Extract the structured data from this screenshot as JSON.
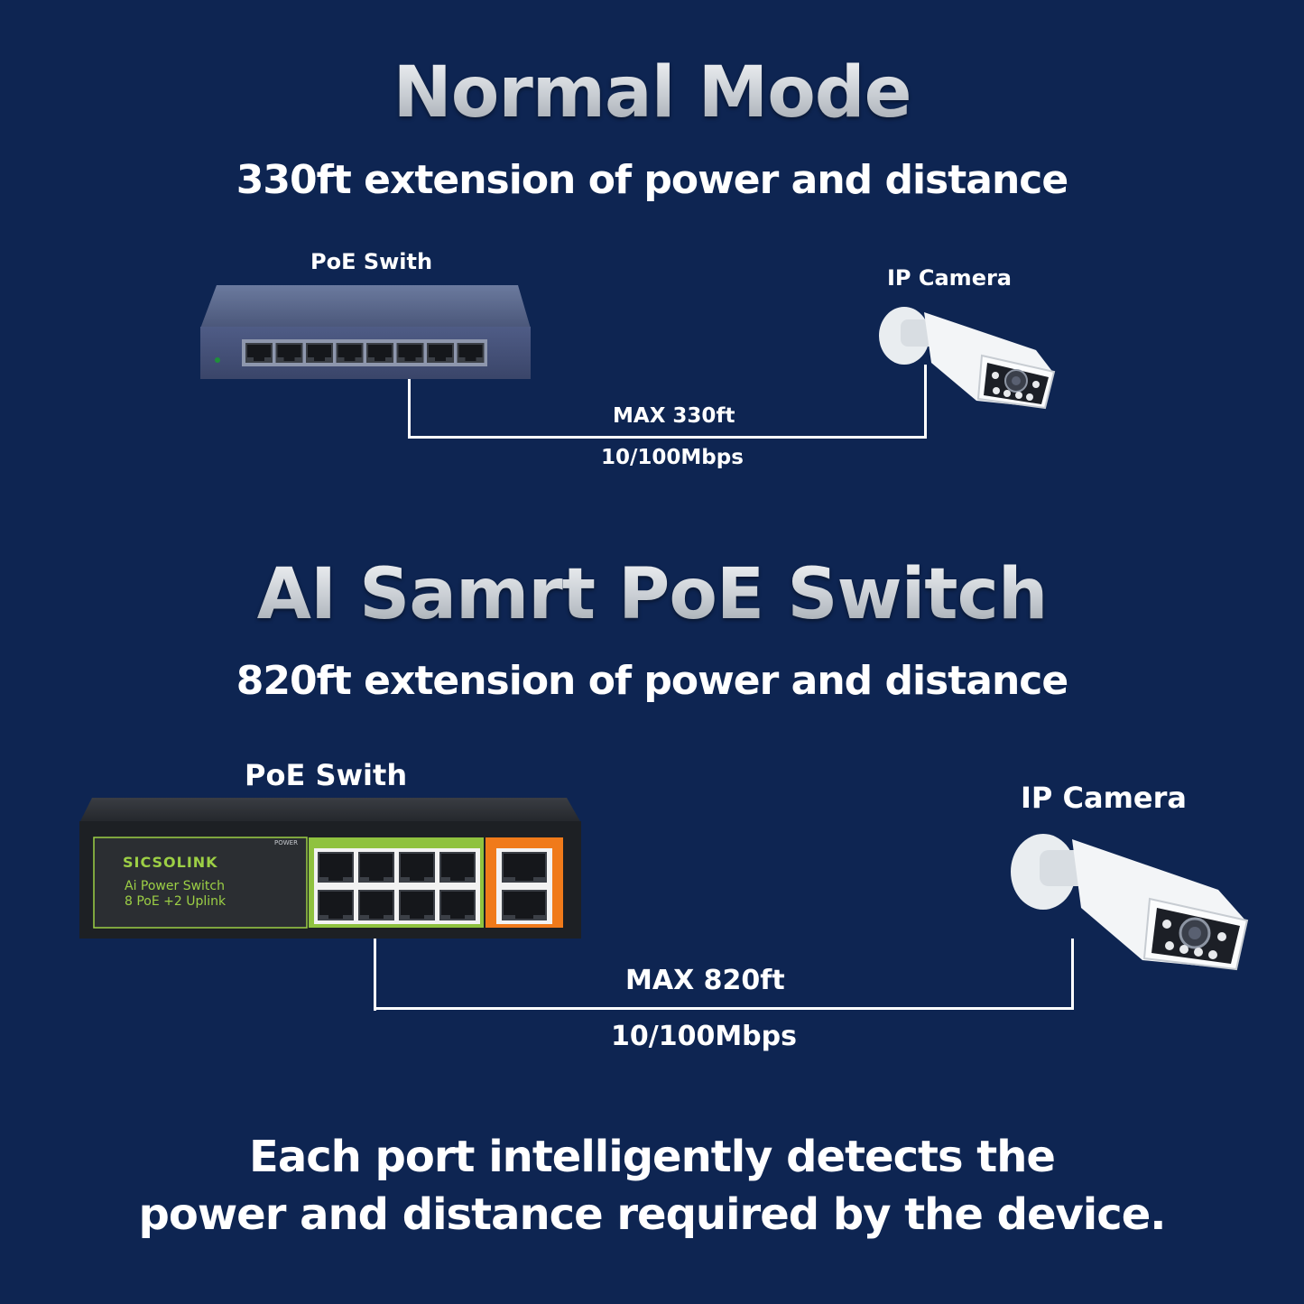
{
  "sections": [
    {
      "title": "Normal Mode",
      "subtitle": "330ft extension of power and distance",
      "switch_label": "PoE Swith",
      "camera_label": "IP Camera",
      "distance_label": "MAX 330ft",
      "speed_label": "10/100Mbps",
      "switch_port_count": 8
    },
    {
      "title": "AI Samrt PoE Switch",
      "subtitle": "820ft extension of power and distance",
      "switch_label": "PoE Swith",
      "camera_label": "IP Camera",
      "distance_label": "MAX 820ft",
      "speed_label": "10/100Mbps",
      "switch_brand": "SICSOLINK",
      "switch_model_line1": "Ai Power Switch",
      "switch_model_line2": "8 PoE +2 Uplink",
      "switch_power_label": "POWER",
      "poe_port_count": 8,
      "uplink_port_count": 2
    }
  ],
  "footer": {
    "line1": "Each port intelligently detects the",
    "line2": "power and distance required by the device."
  },
  "colors": {
    "background": "#0e2552",
    "poe_ports_green": "#8fc23f",
    "uplink_orange": "#f07a1a",
    "brand_green": "#9ccf45"
  }
}
